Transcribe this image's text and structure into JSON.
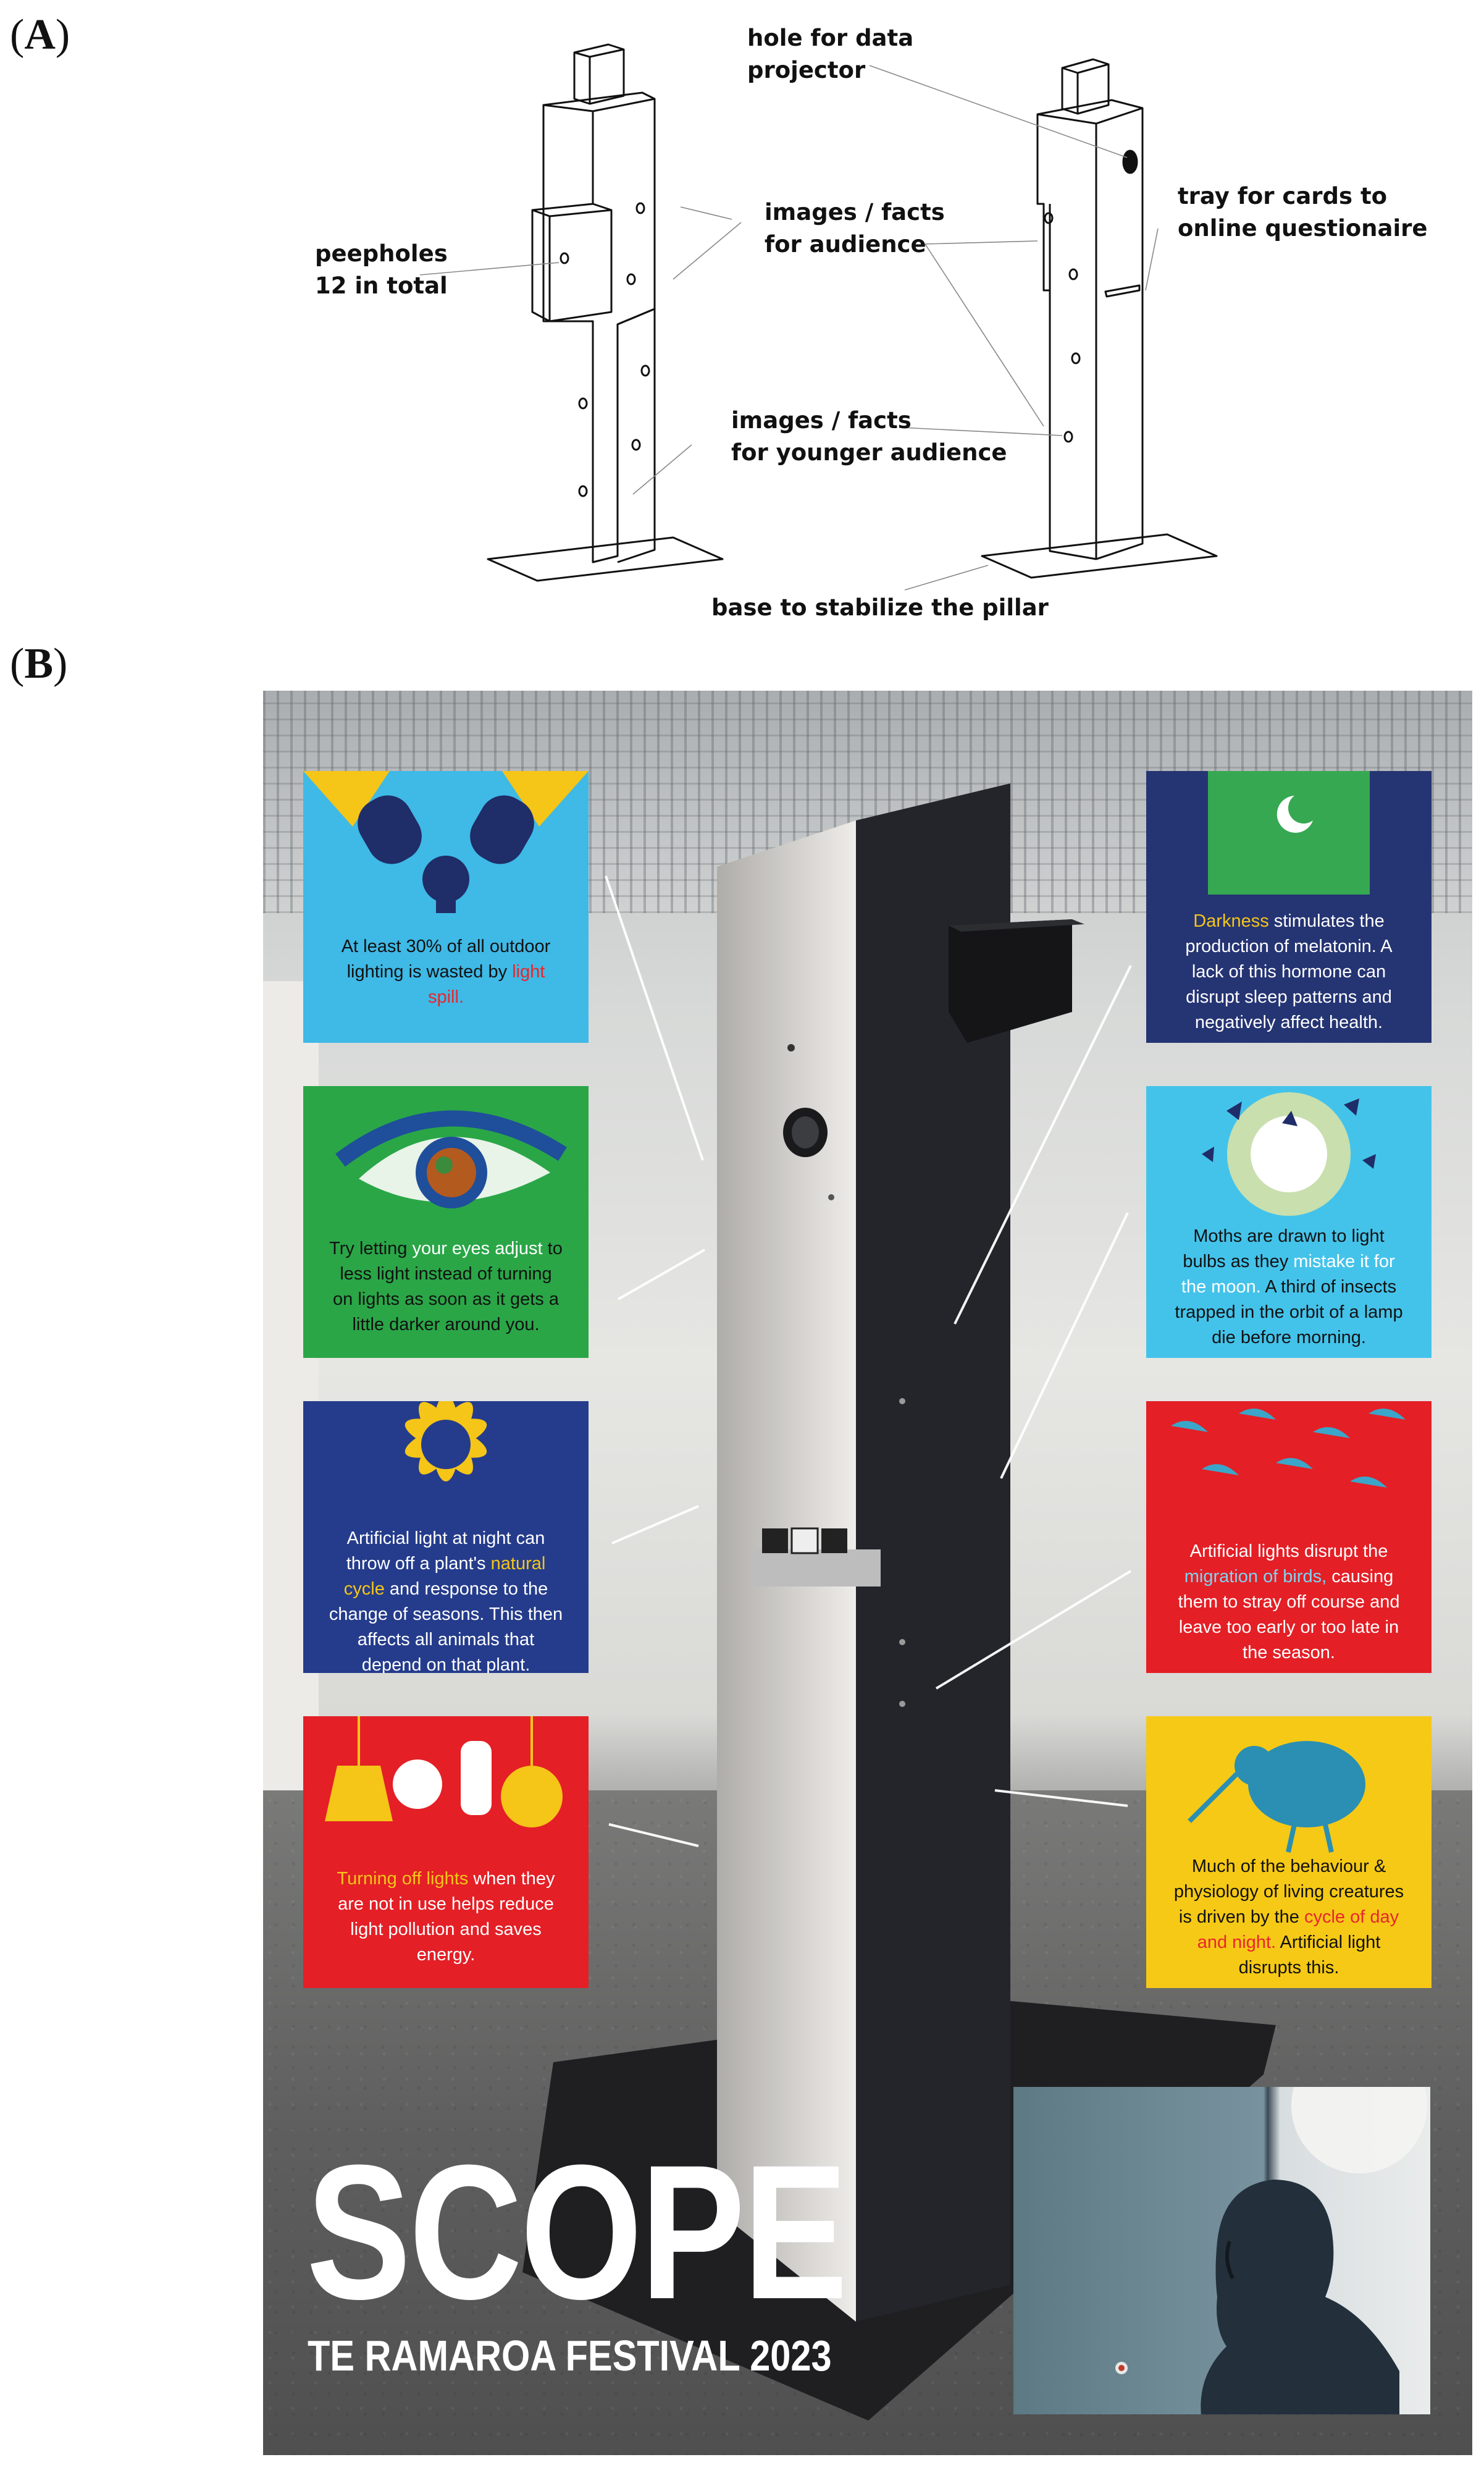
{
  "panel_a": {
    "label_open": "(",
    "label_letter": "A",
    "label_close": ")",
    "annotations": {
      "hole_projector": "hole for data\nprojector",
      "images_audience": "images / facts\nfor audience",
      "tray_cards": "tray for cards to\nonline questionaire",
      "peepholes": "peepholes\n12 in total",
      "images_younger": "images / facts\nfor younger audience",
      "base": "base to stabilize the pillar"
    }
  },
  "panel_b": {
    "label_open": "(",
    "label_letter": "B",
    "label_close": ")",
    "cards_left": [
      {
        "bg": "#3fb9e6",
        "icon": "floodlights-icon",
        "text_a": "At least 30% of all outdoor lighting is wasted by ",
        "highlight": "light spill.",
        "text_b": ""
      },
      {
        "bg": "#2aa647",
        "icon": "eye-globe-icon",
        "text_a": "Try letting ",
        "highlight": "your eyes adjust",
        "text_b": " to less light instead of turning on lights as soon as it gets a little darker around you."
      },
      {
        "bg": "#253c8c",
        "icon": "sunflower-icon",
        "text_a": "Artificial light at night can throw off a plant's ",
        "highlight": "natural cycle",
        "text_b": " and response to the change of seasons. This then affects all animals that depend on that plant."
      },
      {
        "bg": "#e41f26",
        "icon": "light-bulbs-icon",
        "text_a": "",
        "highlight": "Turning off lights",
        "text_b": " when they are not in use helps reduce light pollution and saves energy."
      }
    ],
    "cards_right": [
      {
        "bg": "#253473",
        "icon": "moon-window-icon",
        "text_a": "",
        "highlight": "Darkness",
        "text_b": " stimulates the production of melatonin. A lack of this hormone can disrupt sleep patterns and negatively affect health."
      },
      {
        "bg": "#44c3ea",
        "icon": "moths-bulb-icon",
        "text_a": "Moths are drawn to light bulbs as they ",
        "highlight": "mistake it for the moon.",
        "text_b": " A third of insects trapped in the orbit of a lamp die before morning."
      },
      {
        "bg": "#e41f26",
        "icon": "birds-flock-icon",
        "text_a": "Artificial lights disrupt the ",
        "highlight": "migration of birds,",
        "text_b": " causing them to stray off course and leave too early or too late in the season."
      },
      {
        "bg": "#f6c916",
        "icon": "kiwi-bird-icon",
        "text_a": "Much of the behaviour & physiology of living creatures is driven by the ",
        "highlight": "cycle of day and night.",
        "text_b": " Artificial light disrupts this."
      }
    ],
    "title": "SCOPE",
    "subtitle": "TE RAMAROA FESTIVAL 2023"
  }
}
